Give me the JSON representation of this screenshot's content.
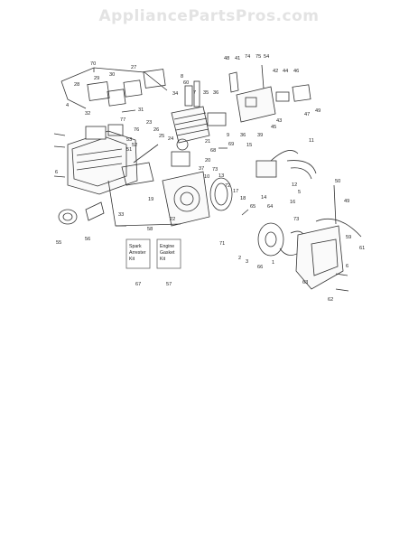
{
  "watermark": {
    "text": "AppliancePartsPros.com"
  },
  "kits": {
    "spark": {
      "line1": "Spark",
      "line2": "Arrester",
      "line3": "Kit",
      "number": "67"
    },
    "gasket": {
      "line1": "Engine",
      "line2": "Gasket",
      "line3": "Kit",
      "number": "57"
    }
  },
  "callouts": {
    "n70": "70",
    "n27": "27",
    "n30": "30",
    "n29": "29",
    "n28": "28",
    "n32": "32",
    "n31": "31",
    "n8": "8",
    "n60": "60",
    "n34": "34",
    "n7": "7",
    "n35": "35",
    "n36a": "36",
    "n48": "48",
    "n41": "41",
    "n74": "74",
    "n75": "75",
    "n54": "54",
    "n42": "42",
    "n44": "44",
    "n46": "46",
    "n4": "4",
    "n77": "77",
    "n76": "76",
    "n53": "53",
    "n52": "52",
    "n51": "51",
    "n23": "23",
    "n26": "26",
    "n25": "25",
    "n24": "24",
    "n21": "21",
    "n69": "69",
    "n68": "68",
    "n20": "20",
    "n9": "9",
    "n36b": "36",
    "n39": "39",
    "n45": "45",
    "n43": "43",
    "n47": "47",
    "n49a": "49",
    "n11": "11",
    "n6a": "6",
    "n37": "37",
    "n10": "10",
    "n73a": "73",
    "n13": "13",
    "n15": "15",
    "n12": "12",
    "n14": "14",
    "n16": "16",
    "n33": "33",
    "n19": "19",
    "n22": "22",
    "n17": "17",
    "n18": "18",
    "n72": "72",
    "n65": "65",
    "n64": "64",
    "n50": "50",
    "n49b": "49",
    "n5": "5",
    "n73b": "73",
    "n71": "71",
    "n59": "59",
    "n61": "61",
    "n55": "55",
    "n56": "56",
    "n58": "58",
    "n2": "2",
    "n3": "3",
    "n66": "66",
    "n1": "1",
    "n6b": "6",
    "n62": "62",
    "n63": "63"
  }
}
